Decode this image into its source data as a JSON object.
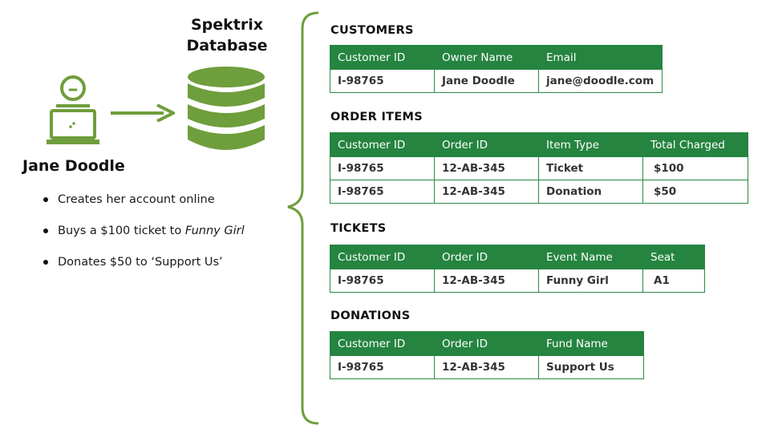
{
  "colors": {
    "accent_green": "#258440",
    "icon_green": "#6f9e3c"
  },
  "database": {
    "title_line1": "Spektrix",
    "title_line2": "Database",
    "icon": "database-icon"
  },
  "person": {
    "icon": "user-laptop-icon",
    "name": "Jane Doodle",
    "bullets": {
      "b1": "Creates her account online",
      "b2_prefix": "Buys a $100 ticket to ",
      "b2_italic": "Funny Girl",
      "b3": "Donates $50 to ‘Support Us’"
    }
  },
  "tables": {
    "customers": {
      "title": "CUSTOMERS",
      "headers": [
        "Customer ID",
        "Owner Name",
        "Email"
      ],
      "rows": [
        [
          "I-98765",
          "Jane Doodle",
          "jane@doodle.com"
        ]
      ]
    },
    "order_items": {
      "title": "ORDER ITEMS",
      "headers": [
        "Customer ID",
        "Order ID",
        "Item Type",
        "Total Charged"
      ],
      "rows": [
        [
          "I-98765",
          "12-AB-345",
          "Ticket",
          "$100"
        ],
        [
          "I-98765",
          "12-AB-345",
          "Donation",
          "$50"
        ]
      ]
    },
    "tickets": {
      "title": "TICKETS",
      "headers": [
        "Customer ID",
        "Order ID",
        "Event Name",
        "Seat"
      ],
      "rows": [
        [
          "I-98765",
          "12-AB-345",
          "Funny Girl",
          "A1"
        ]
      ]
    },
    "donations": {
      "title": "DONATIONS",
      "headers": [
        "Customer ID",
        "Order ID",
        "Fund Name"
      ],
      "rows": [
        [
          "I-98765",
          "12-AB-345",
          "Support Us"
        ]
      ]
    }
  }
}
